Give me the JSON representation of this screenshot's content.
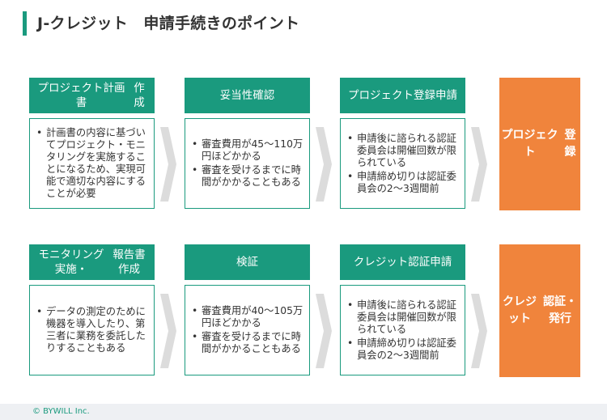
{
  "page": {
    "title": "J-クレジット　申請手続きのポイント"
  },
  "row1": {
    "steps": [
      {
        "title": "プロジェクト計画書\n作成",
        "bullets": [
          "計画書の内容に基づいてプロジェクト・モニタリングを実施することになるため、実現可能で適切な内容にすることが必要"
        ]
      },
      {
        "title": "妥当性確認",
        "bullets": [
          "審査費用が45～110万円ほどかかる",
          "審査を受けるまでに時間がかかることもある"
        ]
      },
      {
        "title": "プロジェクト登録\n申請",
        "bullets": [
          "申請後に諮られる認証委員会は開催回数が限られている",
          "申請締め切りは認証委員会の2～3週間前"
        ]
      }
    ],
    "result": "プロジェクト\n登録"
  },
  "row2": {
    "steps": [
      {
        "title": "モニタリング実施・\n報告書作成",
        "bullets": [
          "データの測定のために機器を導入したり、第三者に業務を委託したりすることもある"
        ]
      },
      {
        "title": "検証",
        "bullets": [
          "審査費用が40～105万円ほどかかる",
          "審査を受けるまでに時間がかかることもある"
        ]
      },
      {
        "title": "クレジット認証申請",
        "bullets": [
          "申請後に諮られる認証委員会は開催回数が限られている",
          "申請締め切りは認証委員会の2～3週間前"
        ]
      }
    ],
    "result": "クレジット\n認証・発行"
  },
  "footer": {
    "copyright": "© BYWILL Inc."
  },
  "colors": {
    "accent": "#1a9a7e",
    "result": "#f0843c",
    "chevron": "#dcdcdc"
  }
}
